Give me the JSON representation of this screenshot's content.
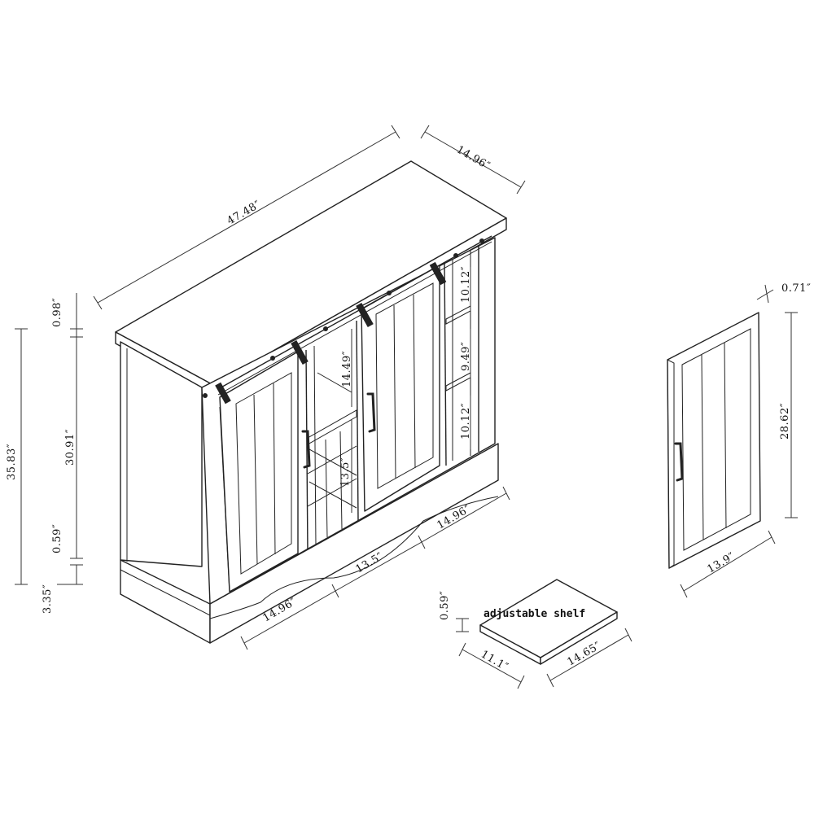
{
  "dimensions": {
    "cabinet_width": "47.48″",
    "cabinet_depth": "14.96″",
    "top_thickness": "0.98″",
    "overall_height": "35.83″",
    "body_height": "30.91″",
    "base_gap": "0.59″",
    "base_height": "3.35″",
    "right_compartment_top": "10.12″",
    "right_compartment_middle": "9.49″",
    "right_compartment_bottom": "10.12″",
    "center_upper_height": "14.49″",
    "center_lower_height": "13.5″",
    "left_door_width": "14.96″",
    "center_width": "13.5″",
    "right_door_width": "14.96″",
    "door_thickness": "0.71″",
    "door_height": "28.62″",
    "door_width": "13.9″",
    "shelf_thickness": "0.59″",
    "shelf_depth": "11.1″",
    "shelf_width": "14.65″"
  },
  "labels": {
    "adjustable_shelf": "adjustable shelf"
  },
  "colors": {
    "line": "#222222",
    "background": "#ffffff"
  }
}
